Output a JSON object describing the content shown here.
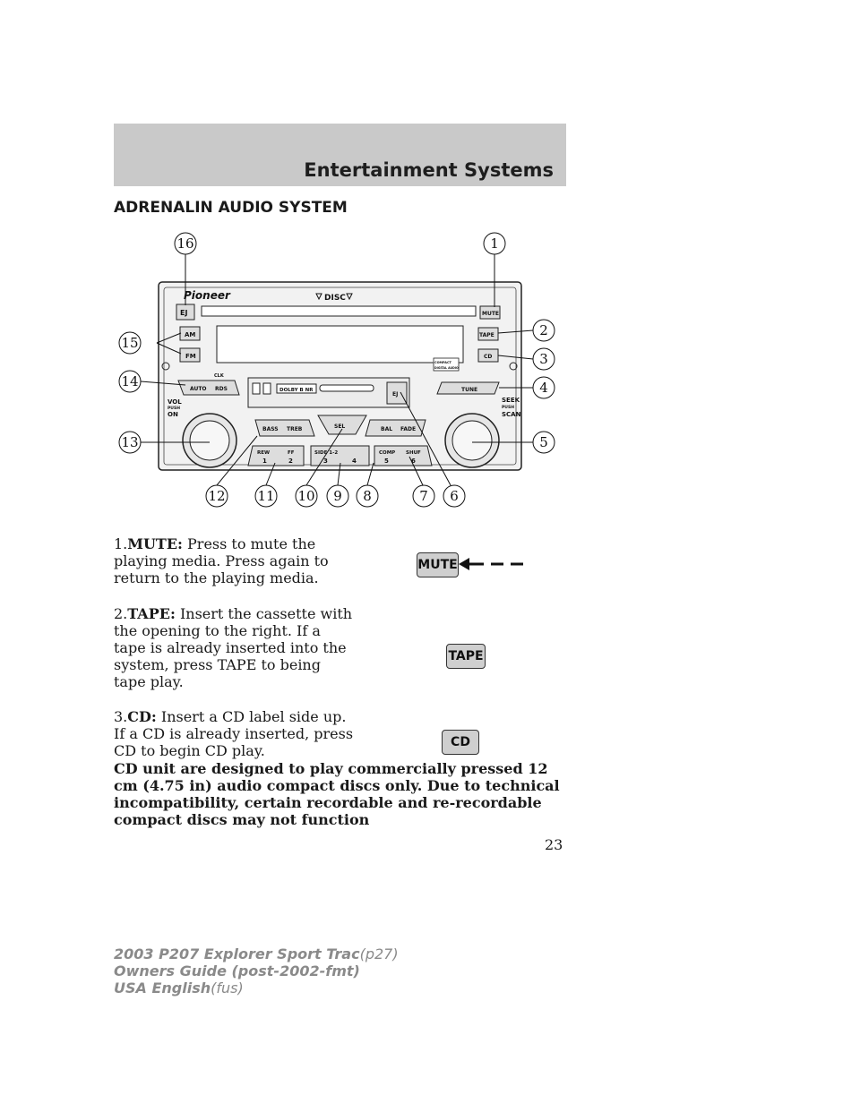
{
  "header": {
    "title": "Entertainment Systems"
  },
  "section_title": "ADRENALIN AUDIO SYSTEM",
  "diagram": {
    "brand": "Pioneer",
    "disc_label": "DISC",
    "buttons": {
      "ej_top": "EJ",
      "mute": "MUTE",
      "am": "AM",
      "fm": "FM",
      "tape": "TAPE",
      "cd": "CD",
      "clk": "CLK",
      "auto": "AUTO",
      "rds": "RDS",
      "dolby": "DOLBY B NR",
      "ej_tape": "EJ",
      "tune": "TUNE",
      "vol": "VOL",
      "push_left": "PUSH",
      "on": "ON",
      "seek": "SEEK",
      "push_right": "PUSH",
      "scan": "SCAN",
      "bass": "BASS",
      "treb": "TREB",
      "sel": "SEL",
      "bal": "BAL",
      "fade": "FADE",
      "rew": "REW",
      "ff": "FF",
      "num1": "1",
      "num2": "2",
      "side": "SIDE 1-2",
      "num3": "3",
      "num4": "4",
      "comp": "COMP",
      "shuf": "SHUF",
      "num5": "5",
      "num6": "6",
      "compact": "COMPACT",
      "digital_audio": "DIGITAL AUDIO"
    },
    "callouts": [
      "1",
      "2",
      "3",
      "4",
      "5",
      "6",
      "7",
      "8",
      "9",
      "10",
      "11",
      "12",
      "13",
      "14",
      "15",
      "16"
    ]
  },
  "items": [
    {
      "number": "1.",
      "term": "MUTE:",
      "text": "Press to mute the playing media. Press again to return to the playing media.",
      "button_label": "MUTE"
    },
    {
      "number": "2.",
      "term": "TAPE:",
      "text": "Insert the cassette with the opening to the right. If a tape is already inserted into the system, press TAPE to being tape play.",
      "button_label": "TAPE"
    },
    {
      "number": "3.",
      "term": "CD:",
      "text": "Insert a CD label side up. If a CD is already inserted, press CD to begin CD play.",
      "button_label": "CD"
    }
  ],
  "note": "CD unit are designed to play commercially pressed 12 cm (4.75 in) audio compact discs only. Due to technical incompatibility, certain recordable and re-recordable compact discs may not function",
  "page_number": "23",
  "footer": {
    "line1_bold": "2003 P207 Explorer Sport Trac",
    "line1_light": "(p27)",
    "line2_bold": "Owners Guide (post-2002-fmt)",
    "line3_bold": "USA English",
    "line3_light": "(fus)"
  }
}
